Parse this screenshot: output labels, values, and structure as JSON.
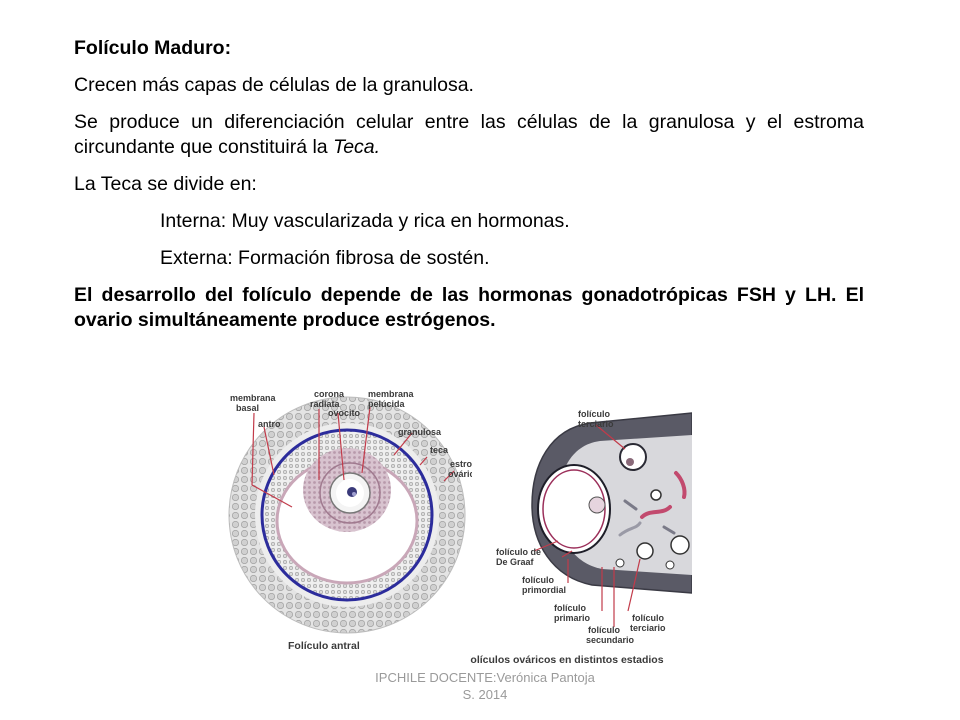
{
  "slide": {
    "title": "Folículo Maduro:",
    "p1": "Crecen más capas de células de la granulosa.",
    "p2_main": "Se produce un diferenciación celular entre las células de la granulosa y el estroma circundante que constituirá la ",
    "p2_italic": "Teca.",
    "p3": "La Teca se divide en:",
    "p4": "Interna: Muy vascularizada y rica en hormonas.",
    "p5": "Externa: Formación fibrosa de sostén.",
    "p6": "El desarrollo del folículo depende de las hormonas gonadotrópicas FSH y LH. El ovario simultáneamente produce estrógenos."
  },
  "figure_left": {
    "labels": {
      "membrana": "membrana",
      "basal": "basal",
      "antro": "antro",
      "corona": "corona",
      "radiata": "radiata",
      "ovocito": "ovocito",
      "membrana2": "membrana",
      "pelucida": "pelúcida",
      "granulosa": "granulosa",
      "teca": "teca",
      "estroma": "estroma",
      "ovarico": "ovárico"
    },
    "caption": "Folículo antral"
  },
  "figure_right": {
    "labels": {
      "foliculo_terciario_top_1": "folículo",
      "foliculo_terciario_top_2": "terciario",
      "graaf_1": "folículo de",
      "graaf_2": "De Graaf",
      "primordial_1": "folículo",
      "primordial_2": "primordial",
      "primario_1": "folículo",
      "primario_2": "primario",
      "secundario_1": "folículo",
      "secundario_2": "secundario",
      "terciario_bottom_1": "folículo",
      "terciario_bottom_2": "terciario"
    },
    "caption": "Folículos ováricos en distintos estadios"
  },
  "footer": {
    "line1": "IPCHILE  DOCENTE:Verónica Pantoja",
    "line2": "S. 2014"
  }
}
